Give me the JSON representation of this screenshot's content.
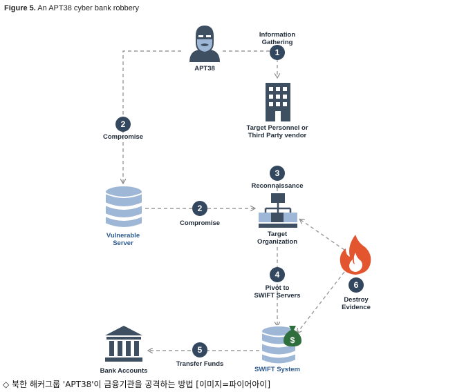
{
  "figure": {
    "label": "Figure 5.",
    "title": "An APT38 cyber bank robbery"
  },
  "nodes": {
    "apt38": "APT38",
    "info_gathering": [
      "Information",
      "Gathering"
    ],
    "target_personnel": [
      "Target Personnel or",
      "Third Party vendor"
    ],
    "compromise_left": "Compromise",
    "reconnaissance": "Reconnaissance",
    "vulnerable_server": [
      "Vulnerable",
      "Server"
    ],
    "compromise_mid": "Compromise",
    "target_org": [
      "Target",
      "Organization"
    ],
    "pivot": [
      "Pivot to",
      "SWIFT Servers"
    ],
    "destroy": [
      "Destroy",
      "Evidence"
    ],
    "swift": "SWIFT System",
    "bank_accounts": "Bank Accounts",
    "transfer": "Transfer Funds"
  },
  "steps": {
    "s1": "1",
    "s2a": "2",
    "s2b": "2",
    "s3": "3",
    "s4": "4",
    "s5": "5",
    "s6": "6"
  },
  "icons": {
    "apt38": "masked-hacker-icon",
    "target_personnel": "office-building-icon",
    "vulnerable_server": "database-icon",
    "target_org": "network-hierarchy-icon",
    "destroy": "fire-icon",
    "swift": "database-money-icon",
    "bank": "bank-icon"
  },
  "colors": {
    "badge": "#33475e",
    "icon_dark": "#3e4f62",
    "icon_light": "#9fb7d6",
    "fire": "#e2552f",
    "money": "#2f6f3e",
    "line": "#9a9a9a"
  },
  "caption": "◇ 북한 해커그룹 'APT38'이 금융기관을 공격하는 방법 [이미지=파이어아이]"
}
